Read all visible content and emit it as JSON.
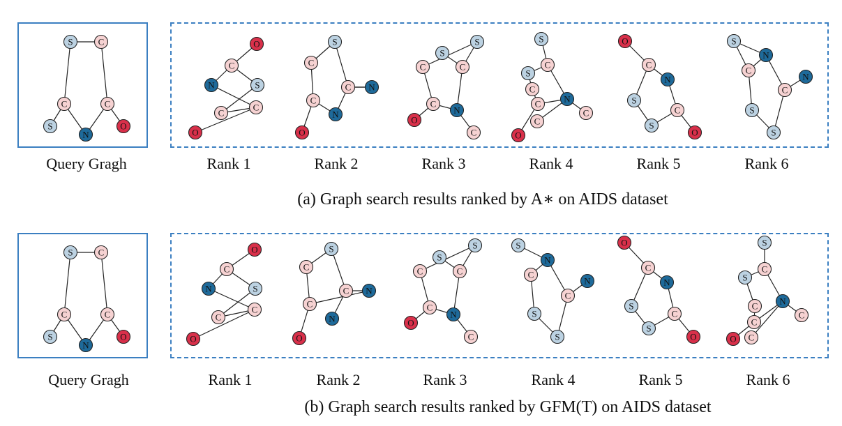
{
  "colors": {
    "S": {
      "fill": "#bcd2e2",
      "text": "#111111"
    },
    "C": {
      "fill": "#f6d2d2",
      "text": "#111111"
    },
    "N": {
      "fill": "#1e6a9a",
      "text": "#111111"
    },
    "O": {
      "fill": "#d9304a",
      "text": "#111111"
    },
    "border": "#3b7fc1"
  },
  "panels": [
    {
      "caption": "(a) Graph search results ranked by A∗ on AIDS dataset",
      "query_label": "Query Gragh",
      "rank_labels": [
        "Rank 1",
        "Rank 2",
        "Rank 3",
        "Rank 4",
        "Rank 5",
        "Rank 6"
      ]
    },
    {
      "caption": "(b) Graph search results ranked by GFM(T) on AIDS dataset",
      "query_label": "Query Gragh",
      "rank_labels": [
        "Rank 1",
        "Rank 2",
        "Rank 3",
        "Rank 4",
        "Rank 5",
        "Rank 6"
      ]
    }
  ],
  "graphs": {
    "query": {
      "nodes": [
        "S",
        "C",
        "C",
        "C",
        "S",
        "N",
        "O"
      ],
      "edges": [
        [
          0,
          1
        ],
        [
          0,
          2
        ],
        [
          1,
          3
        ],
        [
          2,
          4
        ],
        [
          2,
          5
        ],
        [
          3,
          5
        ],
        [
          3,
          6
        ]
      ]
    },
    "a": [
      {
        "nodes": [
          "O",
          "C",
          "N",
          "S",
          "C",
          "C",
          "O"
        ],
        "edges": [
          [
            0,
            1
          ],
          [
            1,
            2
          ],
          [
            1,
            3
          ],
          [
            3,
            4
          ],
          [
            4,
            5
          ],
          [
            2,
            5
          ],
          [
            5,
            6
          ]
        ]
      },
      {
        "nodes": [
          "S",
          "C",
          "C",
          "C",
          "N",
          "N",
          "O"
        ],
        "edges": [
          [
            0,
            1
          ],
          [
            1,
            2
          ],
          [
            0,
            3
          ],
          [
            3,
            4
          ],
          [
            2,
            5
          ],
          [
            3,
            4
          ],
          [
            2,
            6
          ],
          [
            5,
            3
          ]
        ]
      },
      {
        "nodes": [
          "S",
          "S",
          "C",
          "C",
          "C",
          "N",
          "O",
          "C"
        ],
        "edges": [
          [
            0,
            2
          ],
          [
            1,
            2
          ],
          [
            2,
            5
          ],
          [
            1,
            3
          ],
          [
            3,
            4
          ],
          [
            4,
            5
          ],
          [
            4,
            6
          ],
          [
            5,
            7
          ]
        ]
      },
      {
        "nodes": [
          "S",
          "C",
          "S",
          "C",
          "N",
          "C",
          "C",
          "O",
          "C"
        ],
        "edges": [
          [
            0,
            1
          ],
          [
            1,
            2
          ],
          [
            1,
            4
          ],
          [
            2,
            3
          ],
          [
            3,
            5
          ],
          [
            5,
            4
          ],
          [
            4,
            6
          ],
          [
            5,
            7
          ],
          [
            4,
            8
          ]
        ]
      },
      {
        "nodes": [
          "O",
          "C",
          "N",
          "S",
          "C",
          "S",
          "O"
        ],
        "edges": [
          [
            0,
            1
          ],
          [
            1,
            2
          ],
          [
            1,
            3
          ],
          [
            3,
            5
          ],
          [
            5,
            4
          ],
          [
            2,
            4
          ],
          [
            4,
            6
          ]
        ]
      },
      {
        "nodes": [
          "S",
          "N",
          "C",
          "N",
          "C",
          "S",
          "S"
        ],
        "edges": [
          [
            0,
            1
          ],
          [
            1,
            2
          ],
          [
            0,
            2
          ],
          [
            1,
            4
          ],
          [
            4,
            3
          ],
          [
            2,
            5
          ],
          [
            5,
            6
          ],
          [
            4,
            6
          ]
        ]
      }
    ],
    "b": [
      {
        "nodes": [
          "O",
          "C",
          "N",
          "S",
          "C",
          "C",
          "O"
        ],
        "edges": [
          [
            0,
            1
          ],
          [
            1,
            2
          ],
          [
            1,
            3
          ],
          [
            3,
            4
          ],
          [
            4,
            5
          ],
          [
            2,
            5
          ],
          [
            5,
            6
          ]
        ]
      },
      {
        "nodes": [
          "S",
          "C",
          "C",
          "C",
          "N",
          "N",
          "O"
        ],
        "edges": [
          [
            0,
            1
          ],
          [
            1,
            2
          ],
          [
            0,
            3
          ],
          [
            3,
            5
          ],
          [
            2,
            4
          ],
          [
            4,
            3
          ],
          [
            2,
            6
          ]
        ]
      },
      {
        "nodes": [
          "S",
          "S",
          "C",
          "C",
          "C",
          "N",
          "O",
          "C"
        ],
        "edges": [
          [
            0,
            2
          ],
          [
            1,
            2
          ],
          [
            2,
            5
          ],
          [
            1,
            3
          ],
          [
            3,
            4
          ],
          [
            4,
            5
          ],
          [
            4,
            6
          ],
          [
            5,
            7
          ]
        ]
      },
      {
        "nodes": [
          "S",
          "N",
          "C",
          "C",
          "N",
          "S",
          "S"
        ],
        "edges": [
          [
            0,
            1
          ],
          [
            1,
            2
          ],
          [
            1,
            3
          ],
          [
            3,
            4
          ],
          [
            2,
            5
          ],
          [
            5,
            6
          ],
          [
            3,
            6
          ]
        ]
      },
      {
        "nodes": [
          "O",
          "C",
          "N",
          "S",
          "C",
          "S",
          "O"
        ],
        "edges": [
          [
            0,
            1
          ],
          [
            1,
            2
          ],
          [
            1,
            3
          ],
          [
            3,
            5
          ],
          [
            5,
            4
          ],
          [
            2,
            4
          ],
          [
            4,
            6
          ]
        ]
      },
      {
        "nodes": [
          "S",
          "C",
          "S",
          "C",
          "N",
          "C",
          "C",
          "O",
          "C"
        ],
        "edges": [
          [
            0,
            1
          ],
          [
            1,
            2
          ],
          [
            1,
            4
          ],
          [
            2,
            3
          ],
          [
            3,
            5
          ],
          [
            5,
            4
          ],
          [
            4,
            6
          ],
          [
            5,
            7
          ],
          [
            4,
            8
          ]
        ]
      }
    ]
  }
}
